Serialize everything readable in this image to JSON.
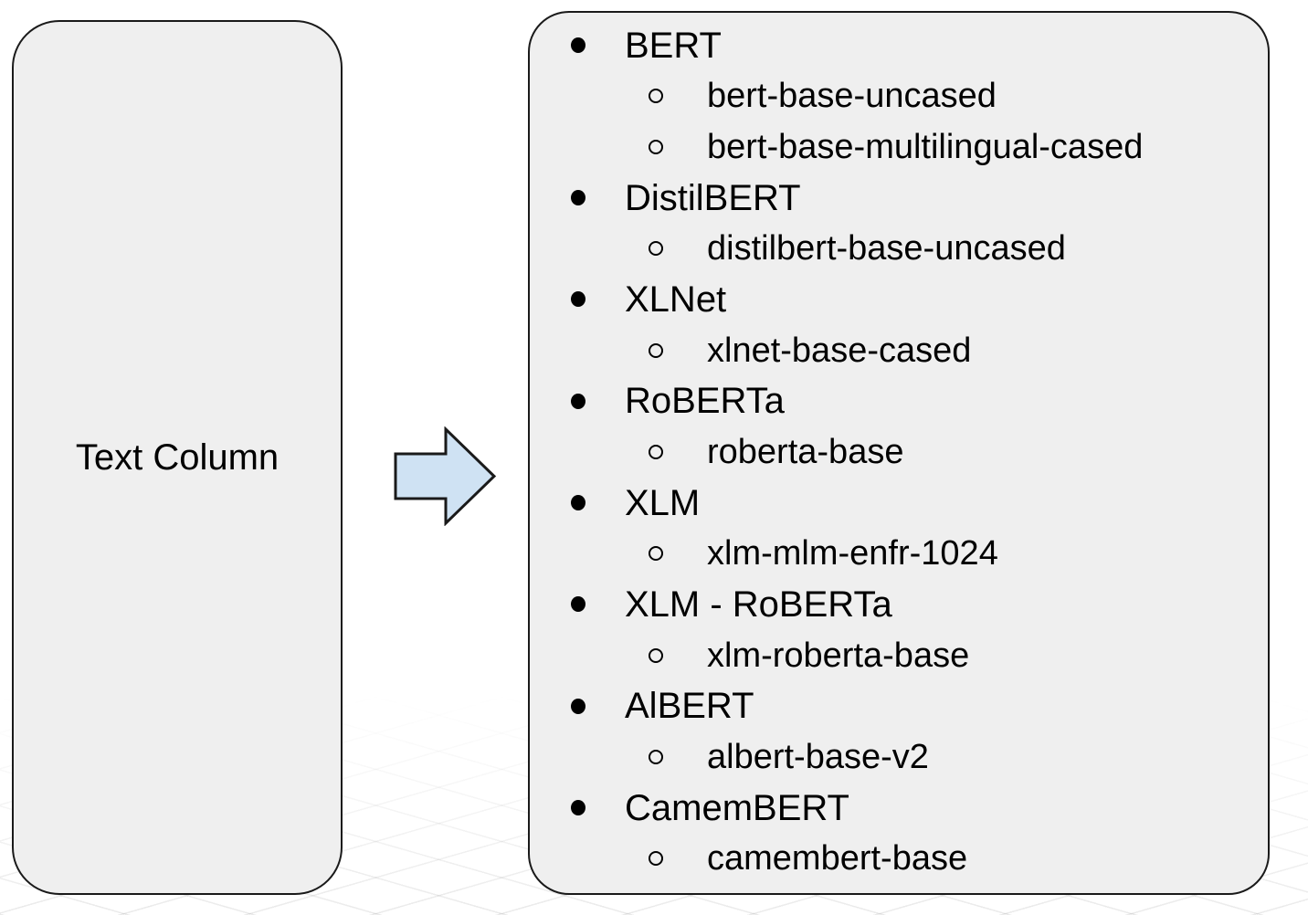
{
  "diagram": {
    "left_box": {
      "label": "Text Column"
    },
    "arrow": {
      "icon": "arrow-right-icon",
      "direction": "right"
    },
    "right_box": {
      "items": [
        {
          "label": "BERT",
          "children": [
            "bert-base-uncased",
            "bert-base-multilingual-cased"
          ]
        },
        {
          "label": "DistilBERT",
          "children": [
            "distilbert-base-uncased"
          ]
        },
        {
          "label": "XLNet",
          "children": [
            "xlnet-base-cased"
          ]
        },
        {
          "label": "RoBERTa",
          "children": [
            "roberta-base"
          ]
        },
        {
          "label": "XLM",
          "children": [
            "xlm-mlm-enfr-1024"
          ]
        },
        {
          "label": "XLM - RoBERTa",
          "children": [
            "xlm-roberta-base"
          ]
        },
        {
          "label": "AlBERT",
          "children": [
            "albert-base-v2"
          ]
        },
        {
          "label": "CamemBERT",
          "children": [
            "camembert-base"
          ]
        }
      ]
    }
  },
  "icons": {
    "filled_bullet": "●",
    "hollow_bullet": "○",
    "arrow_right": "➡"
  },
  "colors": {
    "background": "#ffffff",
    "box_fill": "#efefef",
    "box_border": "#1a1a1a",
    "arrow_fill": "#cfe2f3",
    "arrow_stroke": "#1a1a1a",
    "text": "#000000"
  }
}
